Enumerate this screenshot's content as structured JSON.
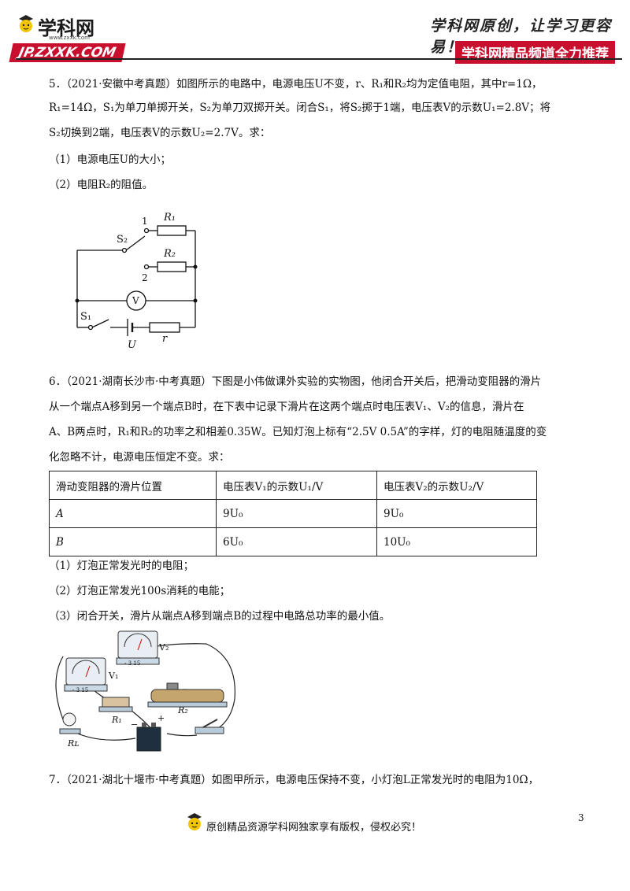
{
  "header": {
    "logo_name": "学科网",
    "logo_small_url": "www.zxxk.com",
    "logo_banner": "JP.ZXXK.COM",
    "slogan": "学科网原创，让学习更容易！",
    "banner_right": "学科网精品频道全力推荐"
  },
  "q5": {
    "line1": "5．（2021·安徽中考真题）如图所示的电路中，电源电压U不变，r、R₁和R₂均为定值电阻，其中r=1Ω，",
    "line2": "R₁=14Ω，S₁为单刀单掷开关，S₂为单刀双掷开关。闭合S₁，将S₂掷于1端，电压表V的示数U₁=2.8V；将",
    "line3": "S₂切换到2端，电压表V的示数U₂=2.7V。求：",
    "sub1": "（1）电源电压U的大小；",
    "sub2": "（2）电阻R₂的阻值。",
    "fig_labels": {
      "one": "1",
      "r1": "R₁",
      "s2": "S₂",
      "r2": "R₂",
      "two": "2",
      "v": "V",
      "s1": "S₁",
      "u": "U",
      "r": "r"
    }
  },
  "q6": {
    "line1": "6．（2021·湖南长沙市·中考真题）下图是小伟做课外实验的实物图，他闭合开关后，把滑动变阻器的滑片",
    "line2": "从一个端点A移到另一个端点B时，在下表中记录下滑片在这两个端点时电压表V₁、V₂的信息，滑片在",
    "line3": "A、B两点时，R₁和R₂的功率之和相差0.35W。已知灯泡上标有“2.5V 0.5A”的字样，灯的电阻随温度的变",
    "line4": "化忽略不计，电源电压恒定不变。求：",
    "table": {
      "headers": [
        "滑动变阻器的滑片位置",
        "电压表V₁的示数U₁/V",
        "电压表V₂的示数U₂/V"
      ],
      "rows": [
        [
          "A",
          "9U₀",
          "9U₀"
        ],
        [
          "B",
          "6U₀",
          "10U₀"
        ]
      ]
    },
    "sub1": "（1）灯泡正常发光时的电阻；",
    "sub2": "（2）灯泡正常发光100s消耗的电能；",
    "sub3": "（3）闭合开关，滑片从端点A移到端点B的过程中电路总功率的最小值。",
    "fig_labels": {
      "v2": "V₂",
      "v1": "V₁",
      "r1": "R₁",
      "r2": "R₂",
      "rl": "Rʟ",
      "plus": "+",
      "minus": "−",
      "meter_scale": "- 3 15"
    }
  },
  "q7": {
    "line1": "7．（2021·湖北十堰市·中考真题）如图甲所示，电源电压保持不变，小灯泡L正常发光时的电阻为10Ω，"
  },
  "footer": {
    "page_number": "3",
    "copyright": "原创精品资源学科网独家享有版权，侵权必究！"
  }
}
